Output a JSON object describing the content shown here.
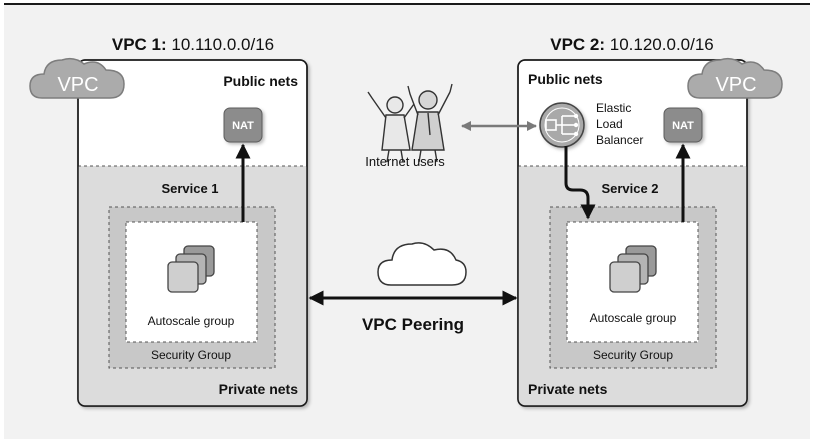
{
  "vpc1": {
    "title_bold": "VPC 1:",
    "title_cidr": "10.110.0.0/16",
    "cloud_label": "VPC",
    "public_label": "Public nets",
    "private_label": "Private nets",
    "nat_label": "NAT",
    "service_label": "Service 1",
    "autoscale_label": "Autoscale group",
    "security_group_label": "Security Group"
  },
  "vpc2": {
    "title_bold": "VPC 2:",
    "title_cidr": "10.120.0.0/16",
    "cloud_label": "VPC",
    "public_label": "Public nets",
    "private_label": "Private nets",
    "nat_label": "NAT",
    "service_label": "Service 2",
    "autoscale_label": "Autoscale group",
    "security_group_label": "Security Group",
    "elb_label_line1": "Elastic",
    "elb_label_line2": "Load",
    "elb_label_line3": "Balancer"
  },
  "internet_users_label": "Internet users",
  "peering_label": "VPC Peering",
  "colors": {
    "background": "#f2f2f2",
    "private_area": "#dcdcdc",
    "cloud_fill": "#ababab",
    "nat_fill": "#8c8c8c",
    "border": "#1a1a1a"
  }
}
